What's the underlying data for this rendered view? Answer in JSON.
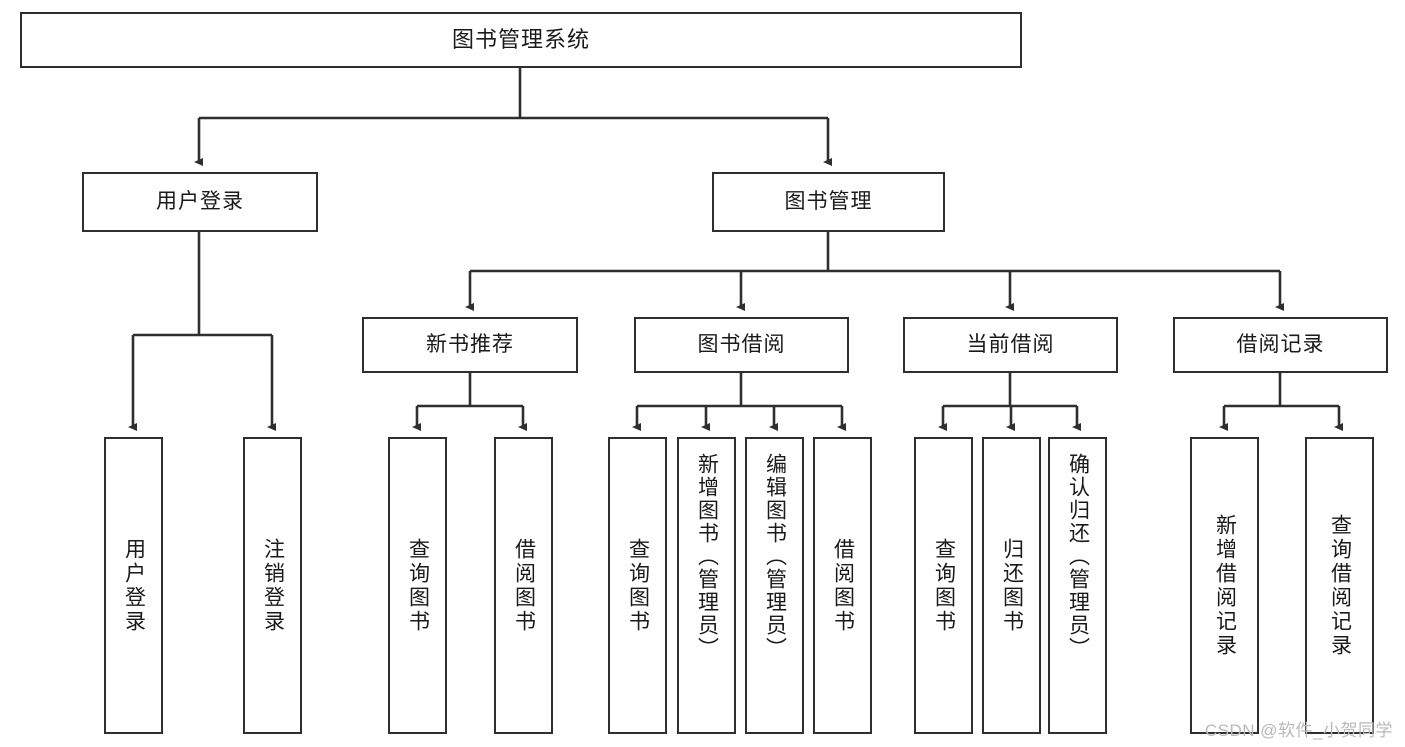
{
  "diagram": {
    "title": "图书管理系统",
    "watermark": "CSDN @软件_小贺同学",
    "stroke_color": "#2f2f2f",
    "background_color": "#ffffff",
    "text_color": "#1a1a1a",
    "watermark_color": "#b9b9b9"
  },
  "nodes": {
    "root": "图书管理系统",
    "level1": {
      "user_login": "用户登录",
      "book_manage": "图书管理"
    },
    "level2": {
      "new_book_recommend": "新书推荐",
      "book_borrow": "图书借阅",
      "current_borrow": "当前借阅",
      "borrow_record": "借阅记录"
    },
    "leaves": {
      "user_login_1": "用户登录",
      "user_login_2": "注销登录",
      "recommend_1": "查询图书",
      "recommend_2": "借阅图书",
      "borrow_1": "查询图书",
      "borrow_2": "新增图书（管理员）",
      "borrow_3": "编辑图书（管理员）",
      "borrow_4": "借阅图书",
      "current_1": "查询图书",
      "current_2": "归还图书",
      "current_3": "确认归还（管理员）",
      "record_1": "新增借阅记录",
      "record_2": "查询借阅记录"
    }
  }
}
